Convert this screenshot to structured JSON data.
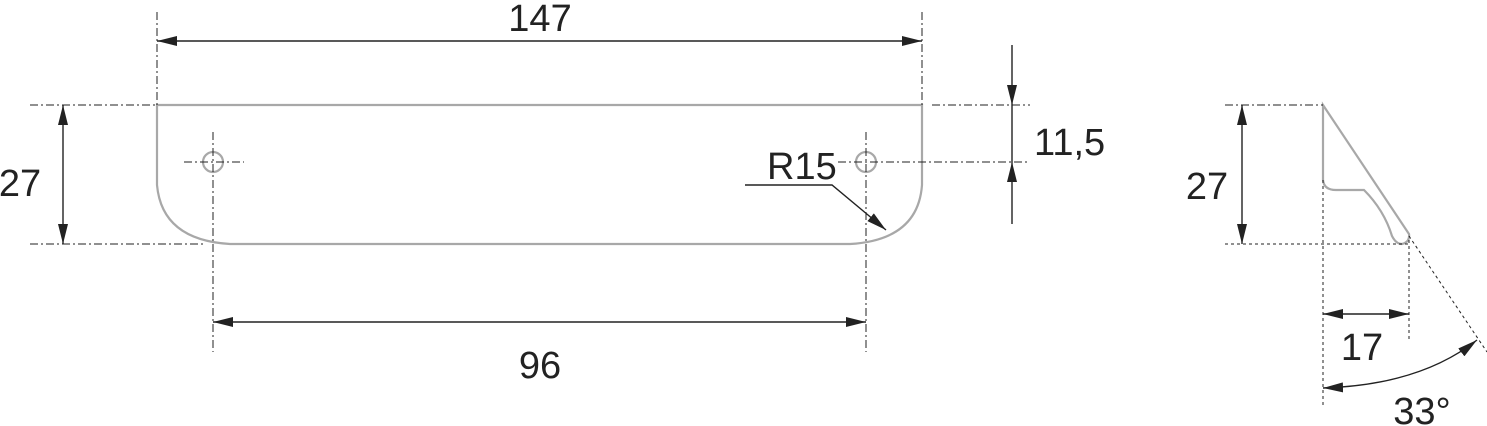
{
  "front_view": {
    "overall_length": "147",
    "hole_spacing": "96",
    "height": "27",
    "hole_offset": "11,5",
    "radius": "R15"
  },
  "side_view": {
    "height": "27",
    "depth": "17",
    "angle": "33°"
  },
  "colors": {
    "part_outline": "#a8a8a8",
    "dimension": "#222222"
  }
}
